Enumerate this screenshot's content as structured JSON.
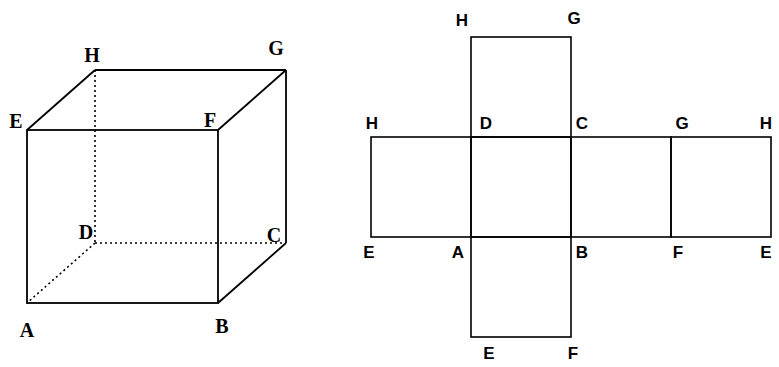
{
  "diagram": {
    "labels": [
      "H",
      "G",
      "E",
      "F",
      "D",
      "C",
      "A",
      "B",
      "H",
      "G",
      "H",
      "D",
      "C",
      "G",
      "H",
      "E",
      "A",
      "B",
      "F",
      "E",
      "E",
      "F"
    ]
  }
}
